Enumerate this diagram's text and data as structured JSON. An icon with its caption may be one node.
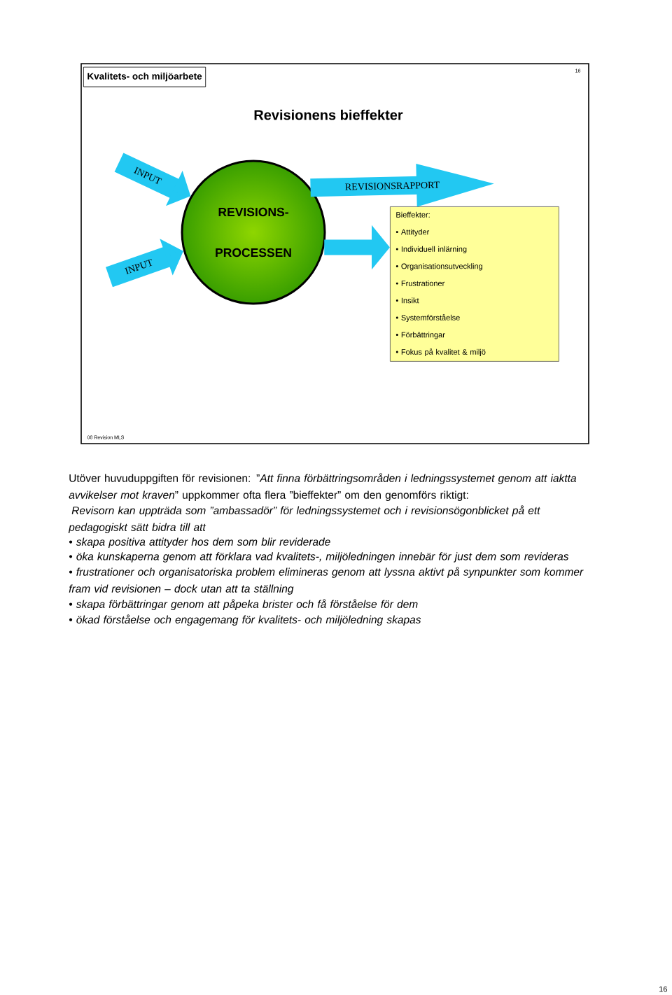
{
  "diagram": {
    "title": "Revisionens bieffekter",
    "nodes": [
      {
        "text": [
          "Kvalitets- och miljöarbete"
        ]
      },
      {
        "text": [
          "REVISIONS- PROCESSEN"
        ]
      },
      {
        "text": [
          "Bieffekter:",
          "• Attityder",
          "• Individuell inlärning",
          "• Organisationsutveckling",
          "• Frustrationer",
          "• Insikt",
          "• Systemförståelse",
          "• Förbättringar",
          "• Fokus på kvalitet & miljö"
        ]
      }
    ],
    "edges": [
      {
        "from": null,
        "to": 1,
        "arrow": "to",
        "label": "INPUT"
      },
      {
        "from": null,
        "to": 1,
        "arrow": "to",
        "label": "INPUT"
      },
      {
        "from": 1,
        "to": null,
        "arrow": "to",
        "label": "REVISIONSRAPPORT"
      },
      {
        "from": 1,
        "to": 2,
        "arrow": "to"
      }
    ],
    "labels": [
      "16",
      "08 Revision MLS",
      "Utöver huvuduppgiften för revisionen: ”*Att finna förbättringsområden i ledningssystemet genom att iaktta avvikelser mot kraven*” uppkommer ofta flera ”bieffekter” om den genomförs riktigt:",
      "Revisorn kan uppträda som ”ambassadör” för ledningssystemet och i revisionsögonblicket på ett pedagogiskt sätt bidra till att",
      "• skapa positiva attityder hos dem som blir reviderade",
      "• öka kunskaperna genom att förklara vad kvalitets-, miljöledningen innebär för just dem som revideras",
      "• frustrationer och organisatoriska problem elimineras genom att lyssna aktivt på synpunkter som kommer fram vid revisionen – dock utan att ta ställning",
      "• skapa förbättringar genom att påpeka brister och få förståelse för dem",
      "• ökad förståelse och engagemang för kvalitets- och miljöledning skapas",
      "16"
    ]
  }
}
